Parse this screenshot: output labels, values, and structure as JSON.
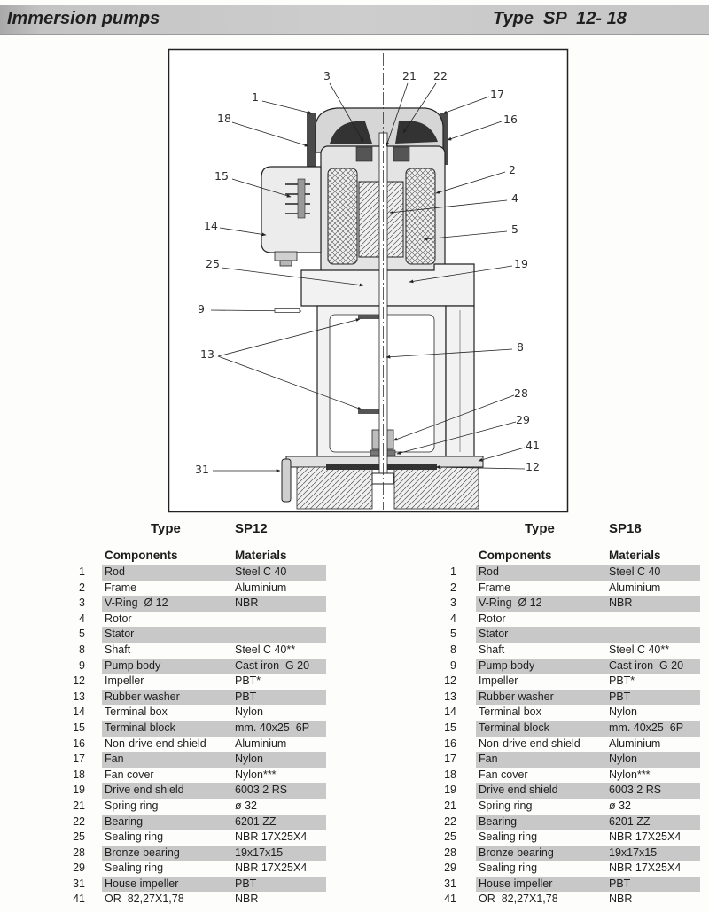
{
  "header": {
    "title": "Immersion pumps",
    "type": "Type  SP  12- 18"
  },
  "drawing": {
    "callouts": [
      "3",
      "21",
      "22",
      "17",
      "1",
      "16",
      "18",
      "2",
      "15",
      "4",
      "14",
      "5",
      "25",
      "19",
      "9",
      "8",
      "13",
      "28",
      "29",
      "41",
      "31",
      "12"
    ]
  },
  "tables": [
    {
      "type_label": "Type",
      "type_value": "SP12",
      "col_components": "Components",
      "col_materials": "Materials",
      "rows": [
        {
          "no": "1",
          "component": "Rod",
          "material": "Steel C 40"
        },
        {
          "no": "2",
          "component": "Frame",
          "material": "Aluminium"
        },
        {
          "no": "3",
          "component": "V-Ring  Ø 12",
          "material": "NBR"
        },
        {
          "no": "4",
          "component": "Rotor",
          "material": ""
        },
        {
          "no": "5",
          "component": "Stator",
          "material": ""
        },
        {
          "no": "8",
          "component": "Shaft",
          "material": "Steel C 40**"
        },
        {
          "no": "9",
          "component": "Pump body",
          "material": "Cast iron  G 20"
        },
        {
          "no": "12",
          "component": "Impeller",
          "material": "PBT*"
        },
        {
          "no": "13",
          "component": "Rubber washer",
          "material": "PBT"
        },
        {
          "no": "14",
          "component": "Terminal box",
          "material": "Nylon"
        },
        {
          "no": "15",
          "component": "Terminal block",
          "material": "mm. 40x25  6P"
        },
        {
          "no": "16",
          "component": "Non-drive end shield",
          "material": "Aluminium"
        },
        {
          "no": "17",
          "component": "Fan",
          "material": "Nylon"
        },
        {
          "no": "18",
          "component": "Fan cover",
          "material": "Nylon***"
        },
        {
          "no": "19",
          "component": "Drive end shield",
          "material": "6003 2 RS"
        },
        {
          "no": "21",
          "component": "Spring ring",
          "material": "ø 32"
        },
        {
          "no": "22",
          "component": "Bearing",
          "material": "6201 ZZ"
        },
        {
          "no": "25",
          "component": "Sealing ring",
          "material": "NBR 17X25X4"
        },
        {
          "no": "28",
          "component": "Bronze bearing",
          "material": "19x17x15"
        },
        {
          "no": "29",
          "component": "Sealing ring",
          "material": "NBR 17X25X4"
        },
        {
          "no": "31",
          "component": "House impeller",
          "material": "PBT"
        },
        {
          "no": "41",
          "component": "OR  82,27X1,78",
          "material": "NBR"
        }
      ]
    },
    {
      "type_label": "Type",
      "type_value": "SP18",
      "col_components": "Components",
      "col_materials": "Materials",
      "rows": [
        {
          "no": "1",
          "component": "Rod",
          "material": "Steel C 40"
        },
        {
          "no": "2",
          "component": "Frame",
          "material": "Aluminium"
        },
        {
          "no": "3",
          "component": "V-Ring  Ø 12",
          "material": "NBR"
        },
        {
          "no": "4",
          "component": "Rotor",
          "material": ""
        },
        {
          "no": "5",
          "component": "Stator",
          "material": ""
        },
        {
          "no": "8",
          "component": "Shaft",
          "material": "Steel C 40**"
        },
        {
          "no": "9",
          "component": "Pump body",
          "material": "Cast iron  G 20"
        },
        {
          "no": "12",
          "component": "Impeller",
          "material": "PBT*"
        },
        {
          "no": "13",
          "component": "Rubber washer",
          "material": "PBT"
        },
        {
          "no": "14",
          "component": "Terminal box",
          "material": "Nylon"
        },
        {
          "no": "15",
          "component": "Terminal block",
          "material": "mm. 40x25  6P"
        },
        {
          "no": "16",
          "component": "Non-drive end shield",
          "material": "Aluminium"
        },
        {
          "no": "17",
          "component": "Fan",
          "material": "Nylon"
        },
        {
          "no": "18",
          "component": "Fan cover",
          "material": "Nylon***"
        },
        {
          "no": "19",
          "component": "Drive end shield",
          "material": "6003 2 RS"
        },
        {
          "no": "21",
          "component": "Spring ring",
          "material": "ø 32"
        },
        {
          "no": "22",
          "component": "Bearing",
          "material": "6201 ZZ"
        },
        {
          "no": "25",
          "component": "Sealing ring",
          "material": "NBR 17X25X4"
        },
        {
          "no": "28",
          "component": "Bronze bearing",
          "material": "19x17x15"
        },
        {
          "no": "29",
          "component": "Sealing ring",
          "material": "NBR 17X25X4"
        },
        {
          "no": "31",
          "component": "House impeller",
          "material": "PBT"
        },
        {
          "no": "41",
          "component": "OR  82,27X1,78",
          "material": "NBR"
        }
      ]
    }
  ]
}
